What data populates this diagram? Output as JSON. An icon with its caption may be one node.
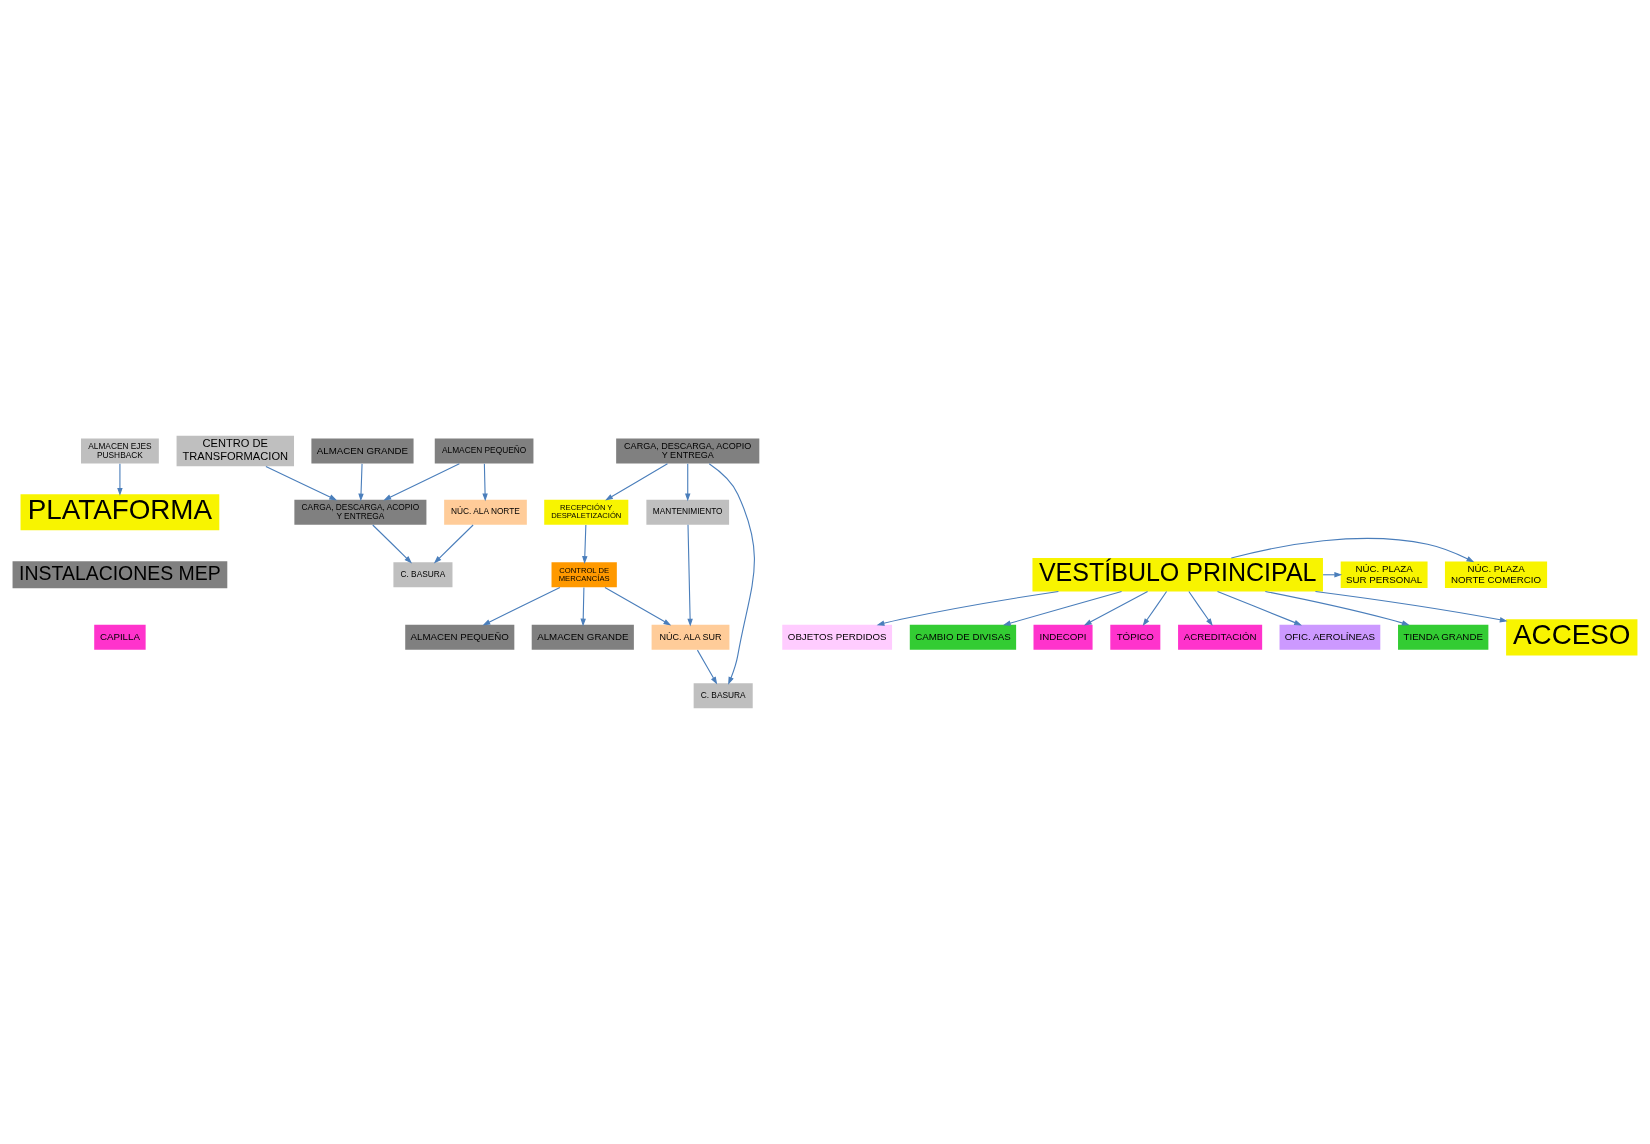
{
  "diagram": {
    "nodes": [
      {
        "text": [
          "PLATAFORMA"
        ]
      },
      {
        "text": [
          "CENTRO DE TRANSFORMACION"
        ]
      },
      {
        "text": [
          "ALMACEN EJES PUSHBACK"
        ]
      },
      {
        "text": [
          "ALMACEN GRANDE"
        ]
      },
      {
        "text": [
          "NÚC. ALA NORTE"
        ]
      },
      {
        "text": [
          "ALMACEN PEQUEÑO"
        ]
      },
      {
        "text": [
          "C. BASURA"
        ]
      },
      {
        "text": [
          "CARGA, DESCARGA, ACOPIO Y ENTREGA"
        ]
      },
      {
        "text": [
          "ALMACEN PEQUEÑO"
        ]
      },
      {
        "text": [
          "ALMACEN GRANDE"
        ]
      },
      {
        "text": [
          "CONTROL DE MERCANCÍAS"
        ]
      },
      {
        "text": [
          "RECEPCIÓN Y DESPALETIZACIÓN"
        ]
      },
      {
        "text": [
          "NÚC. ALA SUR"
        ]
      },
      {
        "text": [
          "C. BASURA"
        ]
      },
      {
        "text": [
          "CARGA, DESCARGA, ACOPIO Y ENTREGA"
        ]
      },
      {
        "text": [
          "MANTENIMIENTO"
        ]
      },
      {
        "text": [
          "INSTALACIONES MEP"
        ]
      },
      {
        "text": [
          "OBJETOS PERDIDOS"
        ]
      },
      {
        "text": [
          "CAMBIO DE DIVISAS"
        ]
      },
      {
        "text": [
          "CAPILLA"
        ]
      },
      {
        "text": [
          "INDECOPI"
        ]
      },
      {
        "text": [
          "TÓPICO"
        ]
      },
      {
        "text": [
          "ACREDITACIÓN"
        ]
      },
      {
        "text": [
          "NÚC. PLAZA NORTE COMERCIO"
        ]
      },
      {
        "text": [
          "VESTÍBULO PRINCIPAL"
        ]
      },
      {
        "text": [
          "NÚC. PLAZA SUR PERSONAL"
        ]
      },
      {
        "text": [
          "OFIC. AEROLÍNEAS"
        ]
      },
      {
        "text": [
          "TIENDA GRANDE"
        ]
      },
      {
        "text": [
          "ACCESO"
        ]
      }
    ],
    "edges": [
      {
        "from": 2,
        "to": 0,
        "arrow": "to"
      },
      {
        "from": 1,
        "to": 7,
        "arrow": "to"
      },
      {
        "from": 3,
        "to": 7,
        "arrow": "to"
      },
      {
        "from": 5,
        "to": 7,
        "arrow": "to"
      },
      {
        "from": 5,
        "to": 4,
        "arrow": "to"
      },
      {
        "from": 4,
        "to": 6,
        "arrow": "to"
      },
      {
        "from": 7,
        "to": 6,
        "arrow": "to"
      },
      {
        "from": 10,
        "to": 8,
        "arrow": "to"
      },
      {
        "from": 10,
        "to": 9,
        "arrow": "to"
      },
      {
        "from": 11,
        "to": 10,
        "arrow": "to"
      },
      {
        "from": 10,
        "to": 12,
        "arrow": "to"
      },
      {
        "from": 12,
        "to": 13,
        "arrow": "to"
      },
      {
        "from": 14,
        "to": 13,
        "arrow": "to"
      },
      {
        "from": 14,
        "to": 11,
        "arrow": "to"
      },
      {
        "from": 14,
        "to": 15,
        "arrow": "to"
      },
      {
        "from": 15,
        "to": 12,
        "arrow": "to"
      },
      {
        "from": 24,
        "to": 17,
        "arrow": "to"
      },
      {
        "from": 24,
        "to": 18,
        "arrow": "to"
      },
      {
        "from": 24,
        "to": 20,
        "arrow": "to"
      },
      {
        "from": 24,
        "to": 21,
        "arrow": "to"
      },
      {
        "from": 24,
        "to": 22,
        "arrow": "to"
      },
      {
        "from": 24,
        "to": 23,
        "arrow": "to"
      },
      {
        "from": 24,
        "to": 25,
        "arrow": "to"
      },
      {
        "from": 24,
        "to": 26,
        "arrow": "to"
      },
      {
        "from": 24,
        "to": 27,
        "arrow": "to"
      },
      {
        "from": 24,
        "to": 28,
        "arrow": "to"
      }
    ]
  }
}
